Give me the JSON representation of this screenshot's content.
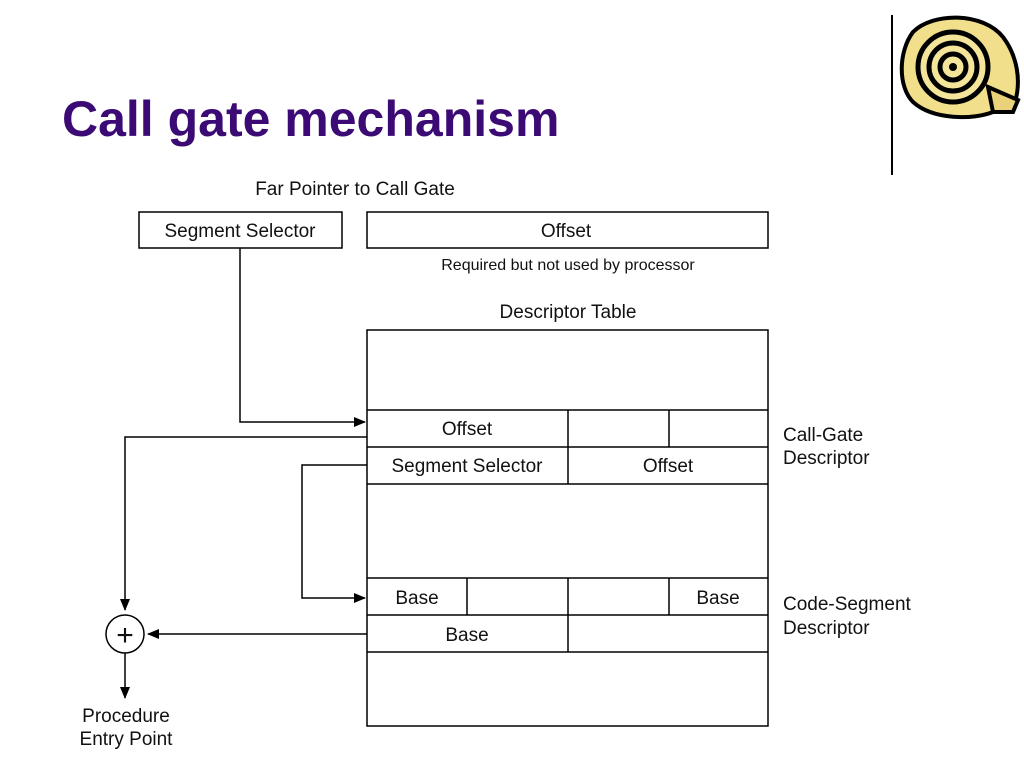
{
  "slide": {
    "title": "Call gate mechanism",
    "logo_icon": "scroll-icon"
  },
  "diagram": {
    "far_pointer_label": "Far Pointer to Call Gate",
    "far_segment_selector": "Segment Selector",
    "far_offset": "Offset",
    "far_offset_note": "Required but not used by processor",
    "descriptor_table_label": "Descriptor Table",
    "cg_offset_high": "Offset",
    "cg_segment_selector": "Segment Selector",
    "cg_offset_low": "Offset",
    "call_gate_label_line1": "Call-Gate",
    "call_gate_label_line2": "Descriptor",
    "cs_base_1": "Base",
    "cs_base_2": "Base",
    "cs_base_3": "Base",
    "code_seg_label_line1": "Code-Segment",
    "code_seg_label_line2": "Descriptor",
    "adder_symbol": "+",
    "entry_label_line1": "Procedure",
    "entry_label_line2": "Entry Point"
  }
}
